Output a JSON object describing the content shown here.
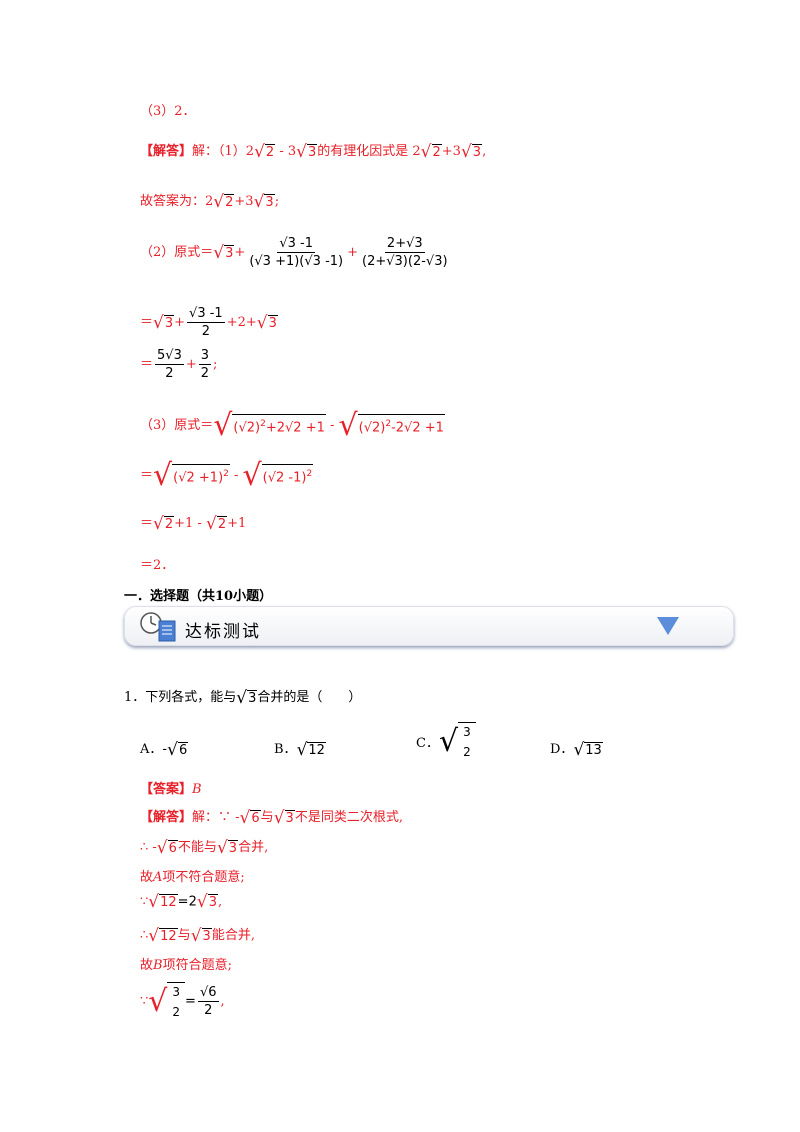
{
  "lines": {
    "l1": "（3）2．",
    "l2_tag": "【解答】",
    "l2_a": "解：（1）2",
    "l2_b": " - 3",
    "l2_c": "的有理化因式是 2",
    "l2_d": "+3",
    "l2_e": ",",
    "l3_a": "故答案为：2",
    "l3_b": "+3",
    "l3_c": ";",
    "l4_a": "（2）原式＝",
    "l4_plus": "+",
    "l5_a": "＝",
    "l5_plus": "+",
    "l5_b": "+2+",
    "l6_a": "＝",
    "l6_plus": "+",
    "l6_end": ";",
    "l7_a": "（3）原式＝",
    "l7_minus": " - ",
    "l8_a": "＝",
    "l8_minus": " - ",
    "l9_a": "＝",
    "l9_b": "+1 - ",
    "l9_c": "+1",
    "l10": "＝2．"
  },
  "section_header": "一．选择题（共10小题）",
  "banner_title": "达标测试",
  "q1": {
    "stem_a": "1．下列各式，能与",
    "stem_b": "合并的是（　　）",
    "opt_a": "A．",
    "opt_b": "B．",
    "opt_c": "C．",
    "opt_d": "D．",
    "answer_tag": "【答案】",
    "answer_val": "B",
    "exp_tag": "【解答】",
    "e1_a": "解：∵ -",
    "e1_b": "与",
    "e1_c": "不是同类二次根式,",
    "e2_a": "∴ -",
    "e2_b": "不能与",
    "e2_c": "合并,",
    "e3_a": "故",
    "e3_it": "A",
    "e3_b": "项不符合题意;",
    "e4_a": "∵",
    "e4_b": "=2",
    "e4_c": ",",
    "e5_a": "∴",
    "e5_b": "与",
    "e5_c": "能合并,",
    "e6_a": "故",
    "e6_it": "B",
    "e6_b": "项符合题意;",
    "e7_a": "∵",
    "e7_b": "=",
    "e7_c": ","
  },
  "math": {
    "r2": "2",
    "r3": "3",
    "r6": "6",
    "r12": "12",
    "r13": "13",
    "m_minus": "-",
    "f1_num": "√3 -1",
    "f1_den": "(√3 +1)(√3 -1)",
    "f2_num": "2+√3",
    "f2_den": "(2+√3)(2-√3)",
    "f3_num": "√3 -1",
    "f3_den": "2",
    "f4_num": "5√3",
    "f4_den": "2",
    "f5_num": "3",
    "f5_den": "2",
    "sq1": "(√2)",
    "sq1_exp": "2",
    "sq1_rest": "+2√2 +1",
    "sq2": "(√2)",
    "sq2_exp": "2",
    "sq2_rest": "-2√2 +1",
    "sq3": "(√2 +1)",
    "sq3_exp": "2",
    "sq4": "(√2 -1)",
    "sq4_exp": "2",
    "c_num": "3",
    "c_den": "2",
    "e7_num": "3",
    "e7_den": "2",
    "e7r_num": "√6",
    "e7r_den": "2"
  }
}
